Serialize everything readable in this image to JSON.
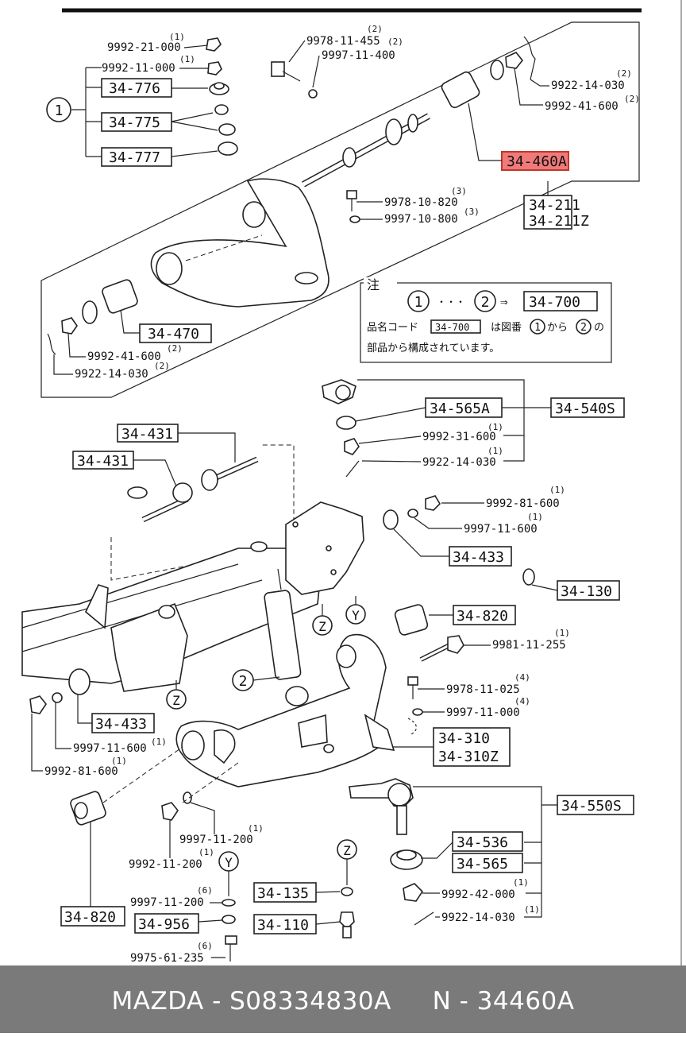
{
  "footer": {
    "text": "MAZDA - S08334830A     N - 34460A"
  },
  "colors": {
    "highlight": "#f07a7a",
    "footer_bg": "#7a7a7a"
  },
  "legend": {
    "code_box": "34-700",
    "group": {
      "circle": "1",
      "dots": "・・・",
      "circle2": "2",
      "arrow": "⇒",
      "code": "34-700"
    },
    "note_title": "注",
    "note_line1_prefix": "品名コード",
    "note_line1_code": "34-700",
    "note_line1_suffix": "は図番",
    "note_line1_c1": "1",
    "note_line1_kara": "から",
    "note_line1_c2": "2",
    "note_line1_no": "の",
    "note_line2": "部品から構成されています。"
  },
  "callouts": {
    "c1": "1",
    "c2": "2",
    "z1": "Z",
    "y1": "Y",
    "z2": "Z",
    "y2": "Y",
    "z3": "Z"
  },
  "parts": {
    "p1": "9992-21-000",
    "p1q": "(1)",
    "p2": "9992-11-000",
    "p2q": "(1)",
    "b34776": "34-776",
    "b34775": "34-775",
    "b34777": "34-777",
    "p3": "9978-11-455",
    "p3q": "(2)",
    "p4": "9997-11-400",
    "p4q": "(2)",
    "p5": "9922-14-030",
    "p5q": "(2)",
    "p6": "9992-41-600",
    "p6q": "(2)",
    "b34460a": "34-460A",
    "b34211": "34-211",
    "b34211z": "34-211Z",
    "p7": "9978-10-820",
    "p7q": "(3)",
    "p8": "9997-10-800",
    "p8q": "(3)",
    "b34470": "34-470",
    "p9": "9992-41-600",
    "p9q": "(2)",
    "p10": "9922-14-030",
    "p10q": "(2)",
    "b34565a": "34-565A",
    "b34540s": "34-540S",
    "p11": "9992-31-600",
    "p11q": "(1)",
    "p12": "9922-14-030",
    "p12q": "(1)",
    "b34431a": "34-431",
    "b34431b": "34-431",
    "p13": "9992-81-600",
    "p13q": "(1)",
    "p14": "9997-11-600",
    "p14q": "(1)",
    "b34433a": "34-433",
    "b34130": "34-130",
    "b34820a": "34-820",
    "p15": "9981-11-255",
    "p15q": "(1)",
    "p16": "9978-11-025",
    "p16q": "(4)",
    "p17": "9997-11-000",
    "p17q": "(4)",
    "b34433b": "34-433",
    "p18": "9997-11-600",
    "p18q": "(1)",
    "b34310": "34-310",
    "b34310z": "34-310Z",
    "p19": "9992-81-600",
    "p19q": "(1)",
    "b34550s": "34-550S",
    "p20": "9997-11-200",
    "p20q": "(1)",
    "p21": "9992-11-200",
    "p21q": "(1)",
    "b34536": "34-536",
    "b34565": "34-565",
    "b34820b": "34-820",
    "p22": "9997-11-200",
    "p22q": "(6)",
    "b34135": "34-135",
    "p23": "9992-42-000",
    "p23q": "(1)",
    "b34956": "34-956",
    "b34110": "34-110",
    "p24": "9922-14-030",
    "p24q": "(1)",
    "p25": "9975-61-235",
    "p25q": "(6)"
  }
}
